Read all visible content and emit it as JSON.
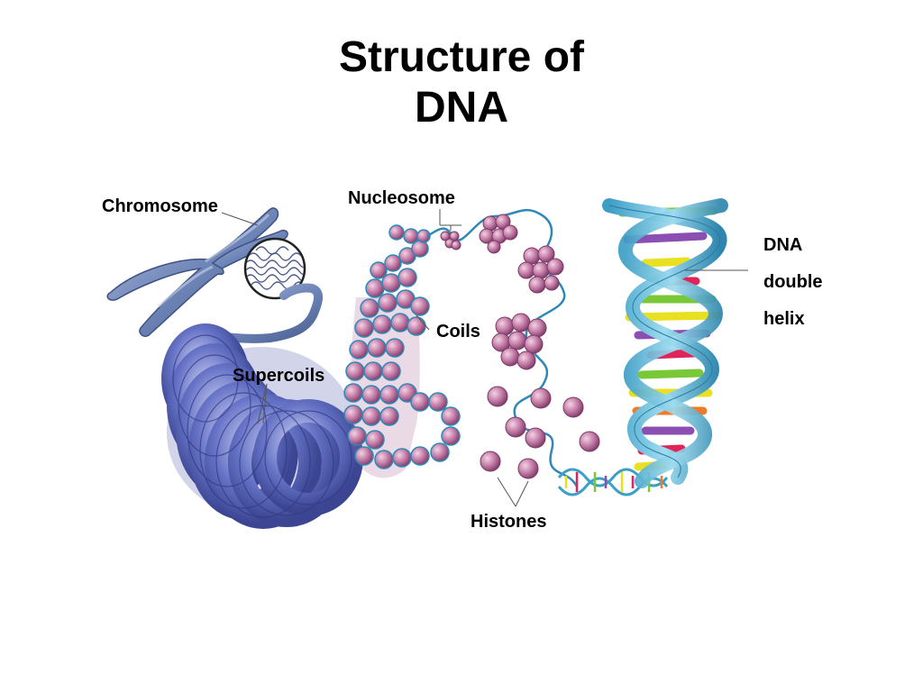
{
  "title": {
    "line1": "Structure of",
    "line2": "DNA"
  },
  "labels": {
    "chromosome": "Chromosome",
    "nucleosome": "Nucleosome",
    "coils": "Coils",
    "supercoils": "Supercoils",
    "histones": "Histones",
    "dna_line1": "DNA",
    "dna_line2": "double",
    "dna_line3": "helix"
  },
  "colors": {
    "chromosome": "#6f86b8",
    "supercoil": "#6673c6",
    "histone": "#c27aa5",
    "strand": "#3aa0c8",
    "helix_backbone": "#6fc3df",
    "base_pairs": [
      "#e8e020",
      "#e0245a",
      "#8a4fb0",
      "#78c838",
      "#f07a28"
    ]
  }
}
